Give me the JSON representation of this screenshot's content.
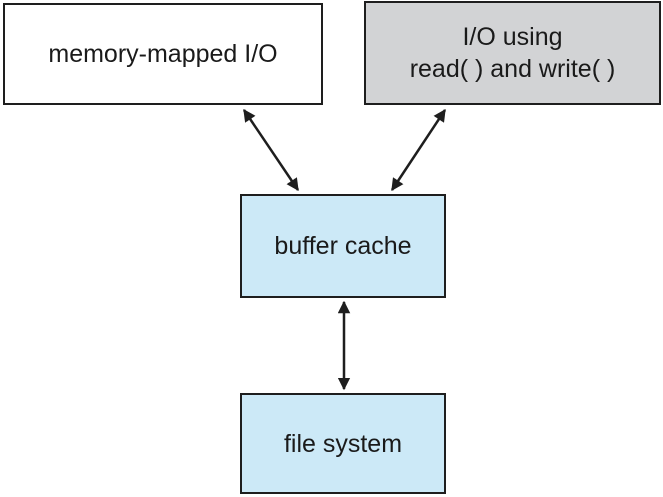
{
  "colors": {
    "white_box": "#ffffff",
    "gray_box": "#d2d3d5",
    "blue_box": "#cce9f7",
    "stroke": "#1e1e1e",
    "text": "#1a1a1a"
  },
  "nodes": {
    "memory_mapped": {
      "label": "memory-mapped I/O"
    },
    "read_write": {
      "line1": "I/O using",
      "line2": "read( ) and write( )"
    },
    "buffer_cache": {
      "label": "buffer cache"
    },
    "file_system": {
      "label": "file system"
    }
  },
  "edges": [
    {
      "from": "memory-mapped I/O",
      "to": "buffer cache",
      "direction": "bidirectional"
    },
    {
      "from": "I/O using read( ) and write( )",
      "to": "buffer cache",
      "direction": "bidirectional"
    },
    {
      "from": "buffer cache",
      "to": "file system",
      "direction": "bidirectional"
    }
  ]
}
